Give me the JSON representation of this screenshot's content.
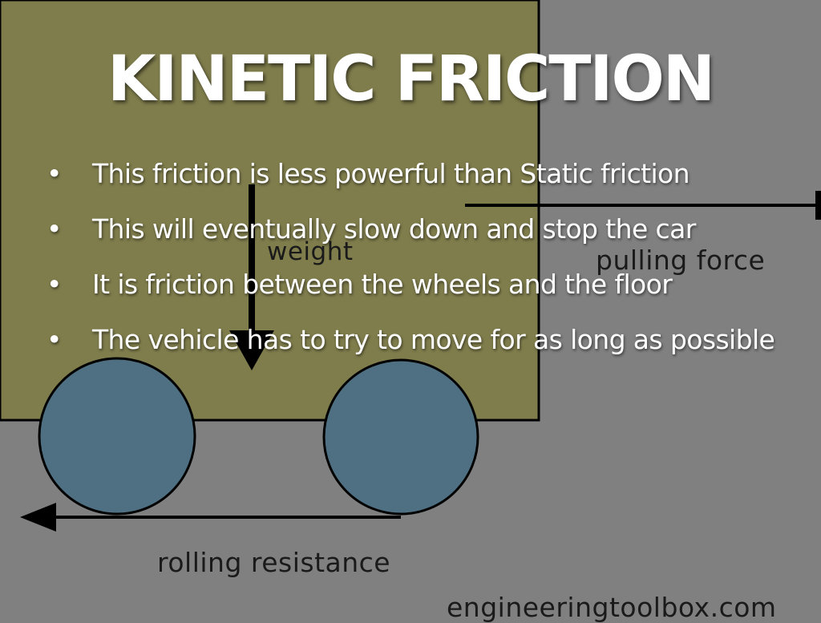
{
  "slide": {
    "title": "KINETIC FRICTION",
    "bullets": [
      "This friction is less powerful than Static friction",
      "This will eventually slow down and stop the car",
      "It is friction between the wheels and the floor",
      "The vehicle has to try to move for as long as possible"
    ],
    "bullet_symbol": "•"
  },
  "diagram": {
    "labels": {
      "weight": "weight",
      "pulling_force": "pulling force",
      "rolling_resistance": "rolling resistance",
      "source": "engineeringtoolbox.com"
    },
    "colors": {
      "background": "#808080",
      "car_body": "#7f7d4c",
      "wheels": "#4e7082",
      "lines": "#000000",
      "text": "#ffffff"
    }
  }
}
